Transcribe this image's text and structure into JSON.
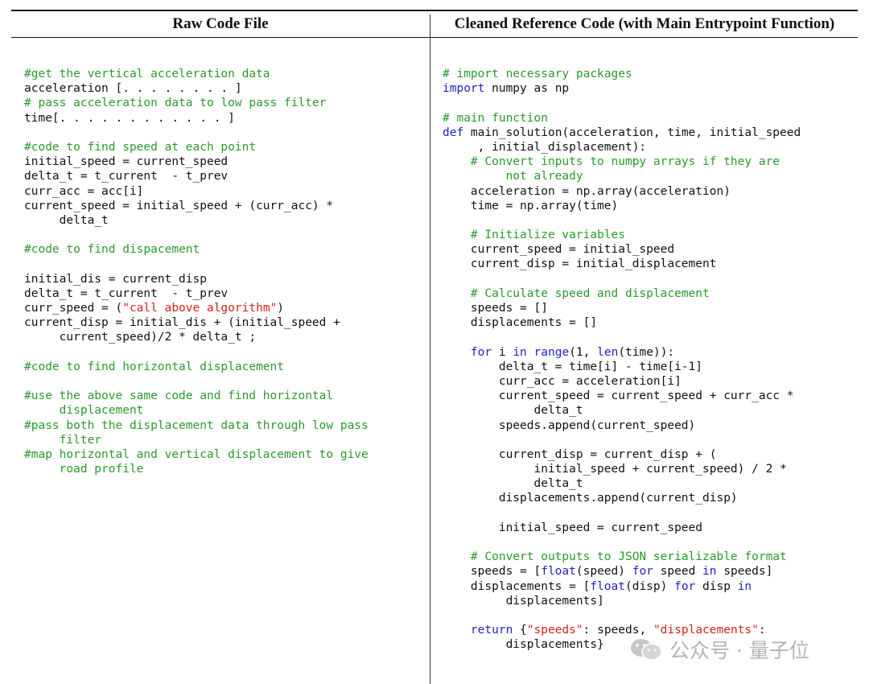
{
  "headers": {
    "left": "Raw Code File",
    "right": "Cleaned Reference Code (with Main Entrypoint Function)"
  },
  "left_code": [
    [
      {
        "t": "#get the vertical acceleration data",
        "c": "c"
      }
    ],
    [
      {
        "t": "acceleration [. . . . . . . . ]"
      }
    ],
    [
      {
        "t": "# pass acceleration data to low pass filter",
        "c": "c"
      }
    ],
    [
      {
        "t": "time[. . . . . . . . . . . . ]"
      }
    ],
    [],
    [
      {
        "t": "#code to find speed at each point",
        "c": "c"
      }
    ],
    [
      {
        "t": "initial_speed = current_speed"
      }
    ],
    [
      {
        "t": "delta_t = t_current  - t_prev"
      }
    ],
    [
      {
        "t": "curr_acc = acc[i]"
      }
    ],
    [
      {
        "t": "current_speed = initial_speed + (curr_acc) *"
      }
    ],
    [
      {
        "t": "     delta_t"
      }
    ],
    [],
    [
      {
        "t": "#code to find dispacement",
        "c": "c"
      }
    ],
    [],
    [
      {
        "t": "initial_dis = current_disp"
      }
    ],
    [
      {
        "t": "delta_t = t_current  - t_prev"
      }
    ],
    [
      {
        "t": "curr_speed = ("
      },
      {
        "t": "\"call above algorithm\"",
        "c": "s"
      },
      {
        "t": ")"
      }
    ],
    [
      {
        "t": "current_disp = initial_dis + (initial_speed +"
      }
    ],
    [
      {
        "t": "     current_speed)/2 * delta_t ;"
      }
    ],
    [],
    [
      {
        "t": "#code to find horizontal displacement",
        "c": "c"
      }
    ],
    [],
    [
      {
        "t": "#use the above same code and find horizontal",
        "c": "c"
      }
    ],
    [
      {
        "t": "     displacement",
        "c": "c"
      }
    ],
    [
      {
        "t": "#pass both the displacement data through low pass",
        "c": "c"
      }
    ],
    [
      {
        "t": "     filter",
        "c": "c"
      }
    ],
    [
      {
        "t": "#map horizontal and vertical displacement to give",
        "c": "c"
      }
    ],
    [
      {
        "t": "     road profile",
        "c": "c"
      }
    ]
  ],
  "right_code": [
    [
      {
        "t": "# import necessary packages",
        "c": "c"
      }
    ],
    [
      {
        "t": "import",
        "c": "k"
      },
      {
        "t": " numpy as np"
      }
    ],
    [],
    [
      {
        "t": "# main function",
        "c": "c"
      }
    ],
    [
      {
        "t": "def",
        "c": "k"
      },
      {
        "t": " main_solution(acceleration, time, initial_speed"
      }
    ],
    [
      {
        "t": "     , initial_displacement):"
      }
    ],
    [
      {
        "t": "    "
      },
      {
        "t": "# Convert inputs to numpy arrays if they are",
        "c": "c"
      }
    ],
    [
      {
        "t": "         "
      },
      {
        "t": "not already",
        "c": "c"
      }
    ],
    [
      {
        "t": "    acceleration = np.array(acceleration)"
      }
    ],
    [
      {
        "t": "    time = np.array(time)"
      }
    ],
    [],
    [
      {
        "t": "    "
      },
      {
        "t": "# Initialize variables",
        "c": "c"
      }
    ],
    [
      {
        "t": "    current_speed = initial_speed"
      }
    ],
    [
      {
        "t": "    current_disp = initial_displacement"
      }
    ],
    [],
    [
      {
        "t": "    "
      },
      {
        "t": "# Calculate speed and displacement",
        "c": "c"
      }
    ],
    [
      {
        "t": "    speeds = []"
      }
    ],
    [
      {
        "t": "    displacements = []"
      }
    ],
    [],
    [
      {
        "t": "    "
      },
      {
        "t": "for",
        "c": "k"
      },
      {
        "t": " i "
      },
      {
        "t": "in",
        "c": "k"
      },
      {
        "t": " "
      },
      {
        "t": "range",
        "c": "k"
      },
      {
        "t": "(1, "
      },
      {
        "t": "len",
        "c": "k"
      },
      {
        "t": "(time)):"
      }
    ],
    [
      {
        "t": "        delta_t = time[i] - time[i-1]"
      }
    ],
    [
      {
        "t": "        curr_acc = acceleration[i]"
      }
    ],
    [
      {
        "t": "        current_speed = current_speed + curr_acc *"
      }
    ],
    [
      {
        "t": "             delta_t"
      }
    ],
    [
      {
        "t": "        speeds.append(current_speed)"
      }
    ],
    [],
    [
      {
        "t": "        current_disp = current_disp + ("
      }
    ],
    [
      {
        "t": "             initial_speed + current_speed) / 2 *"
      }
    ],
    [
      {
        "t": "             delta_t"
      }
    ],
    [
      {
        "t": "        displacements.append(current_disp)"
      }
    ],
    [],
    [
      {
        "t": "        initial_speed = current_speed"
      }
    ],
    [],
    [
      {
        "t": "    "
      },
      {
        "t": "# Convert outputs to JSON serializable format",
        "c": "c"
      }
    ],
    [
      {
        "t": "    speeds = ["
      },
      {
        "t": "float",
        "c": "k"
      },
      {
        "t": "(speed) "
      },
      {
        "t": "for",
        "c": "k"
      },
      {
        "t": " speed "
      },
      {
        "t": "in",
        "c": "k"
      },
      {
        "t": " speeds]"
      }
    ],
    [
      {
        "t": "    displacements = ["
      },
      {
        "t": "float",
        "c": "k"
      },
      {
        "t": "(disp) "
      },
      {
        "t": "for",
        "c": "k"
      },
      {
        "t": " disp "
      },
      {
        "t": "in",
        "c": "k"
      }
    ],
    [
      {
        "t": "         displacements]"
      }
    ],
    [],
    [
      {
        "t": "    "
      },
      {
        "t": "return",
        "c": "k"
      },
      {
        "t": " {"
      },
      {
        "t": "\"speeds\"",
        "c": "s"
      },
      {
        "t": ": speeds, "
      },
      {
        "t": "\"displacements\"",
        "c": "s"
      },
      {
        "t": ":"
      }
    ],
    [
      {
        "t": "         displacements}"
      }
    ]
  ],
  "watermark": {
    "text": "公众号 · 量子位",
    "icon": "wechat-icon"
  },
  "colors": {
    "comment": "#2a9a2a",
    "keyword": "#1f1fc8",
    "string": "#d42020"
  }
}
